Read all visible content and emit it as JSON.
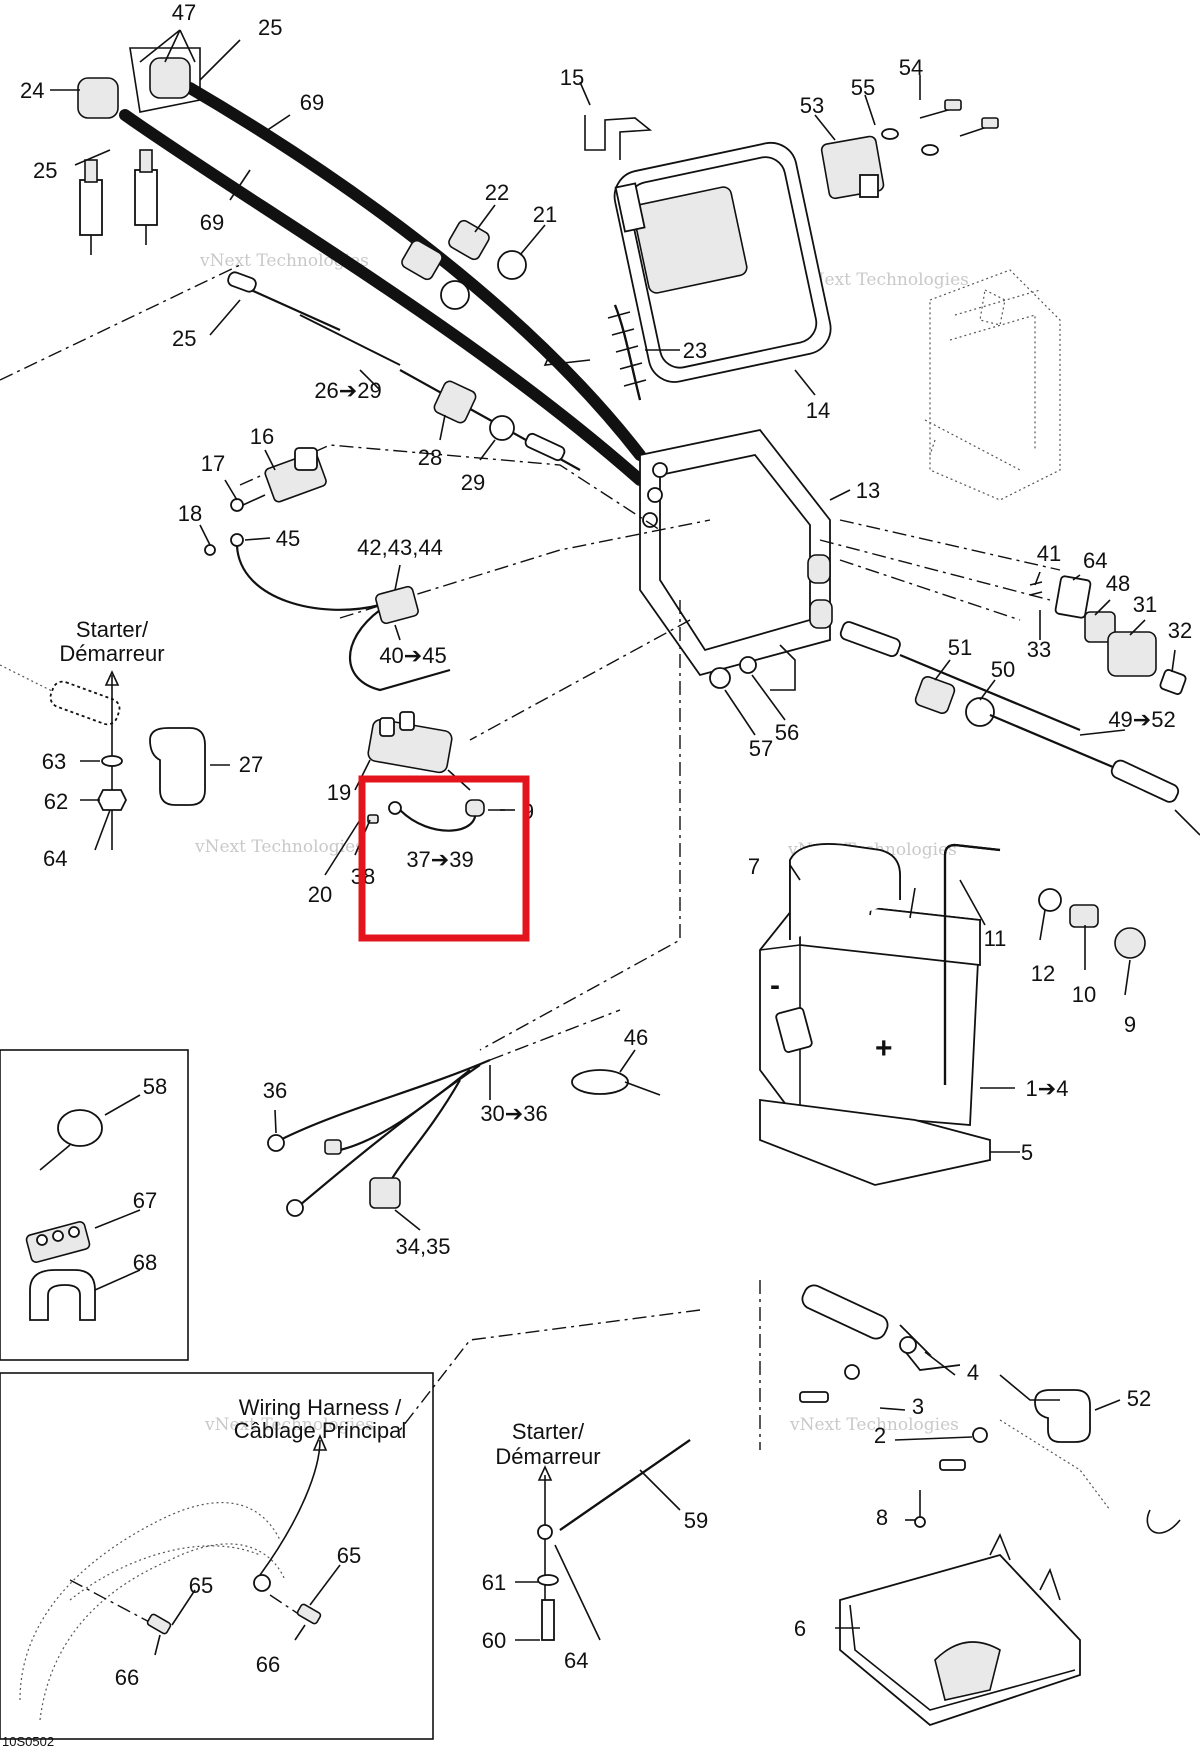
{
  "drawing_code": "10S0502",
  "watermark_text": "vNext Technologies",
  "highlight": {
    "color": "#e3141b",
    "target_label": "37➔39"
  },
  "captions": {
    "starter_top": [
      "Starter/",
      "Démarreur"
    ],
    "starter_bottom": [
      "Starter/",
      "Démarreur"
    ],
    "wiring_harness": [
      "Wiring Harness /",
      "Câblage Principal"
    ]
  },
  "callouts": [
    "47",
    "25",
    "24",
    "25",
    "69",
    "69",
    "15",
    "54",
    "55",
    "53",
    "22",
    "21",
    "23",
    "14",
    "25",
    "26➔29",
    "28",
    "29",
    "13",
    "16",
    "17",
    "18",
    "45",
    "42,43,44",
    "40➔45",
    "41",
    "64",
    "48",
    "31",
    "32",
    "33",
    "51",
    "50",
    "57",
    "56",
    "49➔52",
    "63",
    "27",
    "62",
    "64",
    "19",
    "9",
    "37➔39",
    "20",
    "38",
    "7",
    "11",
    "12",
    "10",
    "9",
    "1➔4",
    "5",
    "58",
    "67",
    "68",
    "36",
    "46",
    "30➔36",
    "34,35",
    "4",
    "52",
    "3",
    "2",
    "8",
    "6",
    "59",
    "61",
    "60",
    "64",
    "65",
    "65",
    "66",
    "66"
  ]
}
